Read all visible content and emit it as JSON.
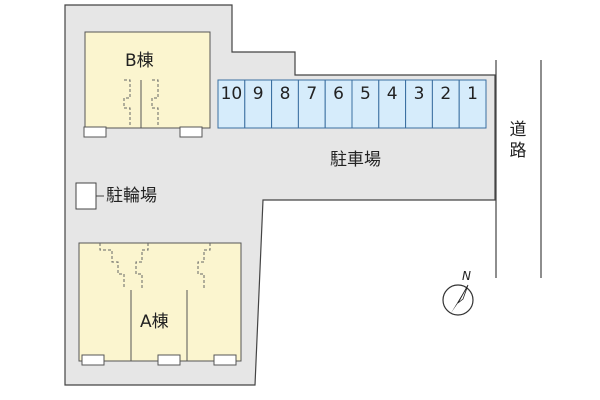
{
  "buildings": {
    "b_block": "B棟",
    "a_block": "A棟"
  },
  "areas": {
    "bicycle_parking": "駐輪場",
    "parking_lot": "駐車場",
    "road": [
      "道",
      "路"
    ]
  },
  "parking_spaces": [
    "10",
    "9",
    "8",
    "7",
    "6",
    "5",
    "4",
    "3",
    "2",
    "1"
  ],
  "compass": {
    "north_label": "N"
  },
  "colors": {
    "site": "#e6e6e6",
    "building": "#fbf5cf",
    "parking_space": "#d6ecfb",
    "outline": "#444444"
  }
}
